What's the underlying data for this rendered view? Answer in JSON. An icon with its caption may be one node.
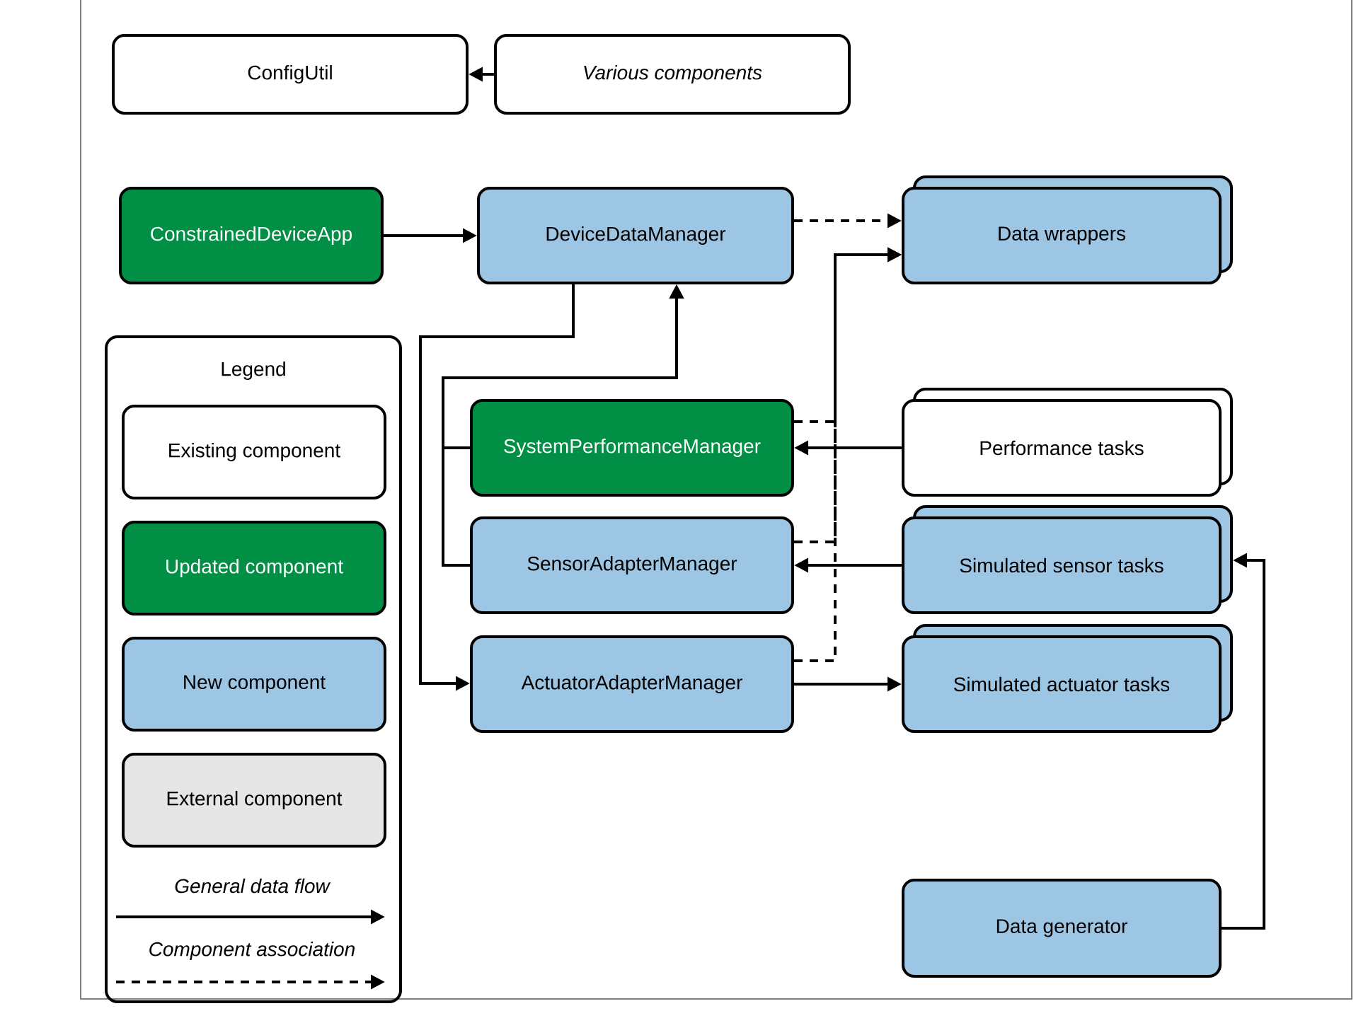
{
  "diagram": {
    "nodes": [
      {
        "text": [
          "ConfigUtil"
        ]
      },
      {
        "text": [
          "Various components"
        ]
      },
      {
        "text": [
          "ConstrainedDeviceApp"
        ]
      },
      {
        "text": [
          "DeviceDataManager"
        ]
      },
      {
        "text": [
          "Data wrappers"
        ]
      },
      {
        "text": [
          "SystemPerformanceManager"
        ]
      },
      {
        "text": [
          "Performance tasks"
        ]
      },
      {
        "text": [
          "SensorAdapterManager"
        ]
      },
      {
        "text": [
          "Simulated sensor tasks"
        ]
      },
      {
        "text": [
          "ActuatorAdapterManager"
        ]
      },
      {
        "text": [
          "Simulated actuator tasks"
        ]
      },
      {
        "text": [
          "Data generator"
        ]
      }
    ],
    "edges": [
      {
        "from": 1,
        "to": 0,
        "arrow": "to"
      },
      {
        "from": 2,
        "to": 3,
        "arrow": "to"
      },
      {
        "from": 3,
        "to": 4,
        "arrow": "to",
        "style": "dashed"
      },
      {
        "from": 5,
        "to": 4,
        "arrow": "to",
        "style": "dashed"
      },
      {
        "from": 7,
        "to": 4,
        "arrow": "to",
        "style": "dashed"
      },
      {
        "from": 9,
        "to": 4,
        "arrow": "to",
        "style": "dashed"
      },
      {
        "from": 3,
        "to": 9,
        "arrow": "to"
      },
      {
        "from": 5,
        "to": 3,
        "arrow": "to"
      },
      {
        "from": 7,
        "to": 3,
        "arrow": "to"
      },
      {
        "from": 6,
        "to": 5,
        "arrow": "to"
      },
      {
        "from": 8,
        "to": 7,
        "arrow": "to"
      },
      {
        "from": 9,
        "to": 10,
        "arrow": "to"
      },
      {
        "from": 11,
        "to": 8,
        "arrow": "to"
      }
    ],
    "labels": [
      "Legend"
    ],
    "legend": [
      {
        "text": "Existing component"
      },
      {
        "text": "Updated component",
        "color": "#008f45"
      },
      {
        "text": "New component",
        "color": "#9dc6e4"
      },
      {
        "text": "External component",
        "color": "#e6e6e6"
      },
      {
        "text": "General data flow"
      },
      {
        "text": "Component association"
      }
    ]
  }
}
